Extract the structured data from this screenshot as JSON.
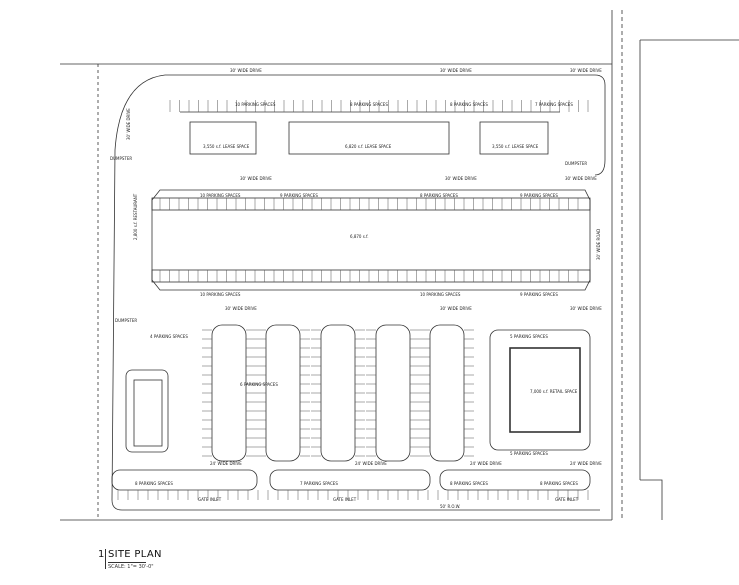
{
  "title": {
    "number": "1",
    "name": "SITE PLAN",
    "scale": "SCALE: 1\"= 30'-0\""
  },
  "labels": {
    "drive_30": "30' WIDE DRIVE",
    "drive_24": "24' WIDE DRIVE",
    "wide_road": "30' WIDE ROAD",
    "dumpster": "DUMPSTER",
    "retail_1": "3,550 s.f. LEASE SPACE",
    "retail_2": "6,820 s.f. LEASE SPACE",
    "retail_3": "3,550 s.f. LEASE SPACE",
    "anchor": "6,870 s.f.",
    "restaurant": "2,800 s.f. RESTAURANT",
    "pad": "7,000 s.f. RETAIL SPACE",
    "gate_1": "GATE INLET",
    "gate_2": "GATE INLET",
    "gate_3": "GATE INLET",
    "setback": "50' R.O.W.",
    "side_dim": "30' WIDE DRIVE"
  },
  "parking_labels": {
    "p10": "10 PARKING SPACES",
    "p8": "8 PARKING SPACES",
    "p9": "9 PARKING SPACES",
    "p7": "7 PARKING SPACES",
    "p6": "6 PARKING SPACES",
    "p5": "5 PARKING SPACES",
    "p4": "4 PARKING SPACES"
  }
}
